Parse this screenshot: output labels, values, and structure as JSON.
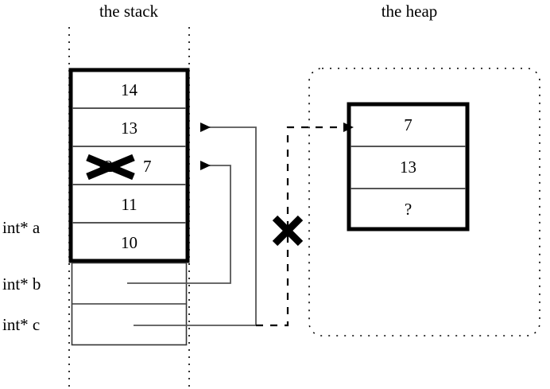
{
  "diagram": {
    "type": "memory-layout",
    "regions": [
      {
        "name": "stack",
        "title": "the stack"
      },
      {
        "name": "heap",
        "title": "the heap"
      }
    ]
  },
  "stack": {
    "title": "the stack",
    "frame_cells": [
      {
        "value": "14"
      },
      {
        "value": "13"
      },
      {
        "value": "12",
        "struck": true,
        "replacement": "7"
      },
      {
        "value": "11"
      },
      {
        "value": "10"
      }
    ],
    "pointer_cells": [
      {
        "label": "int* a",
        "value": ""
      },
      {
        "label": "int* b",
        "value": ""
      },
      {
        "label": "int* c",
        "value": ""
      }
    ],
    "labels": [
      "int* a",
      "int* b",
      "int* c"
    ],
    "struck_old_value": "12",
    "struck_new_value": "7"
  },
  "heap": {
    "title": "the heap",
    "cells": [
      {
        "value": "7"
      },
      {
        "value": "13"
      },
      {
        "value": "?"
      }
    ]
  },
  "annotations": {
    "broken_link_marker": "✕",
    "broken_link_name": "dangling-pointer-cross",
    "overwrite_marker": "✕",
    "overwrite_name": "value-overwritten-cross"
  },
  "edges": [
    {
      "from": "int* b",
      "to": "stack cell 7",
      "style": "solid",
      "arrow": true
    },
    {
      "from": "int* c",
      "to": "stack cell 13",
      "style": "solid",
      "arrow": true
    },
    {
      "from": "int* c",
      "to": "heap cell 7",
      "style": "dashed",
      "arrow": true,
      "severed": true
    }
  ],
  "colors": {
    "ink": "#000000",
    "background": "#ffffff",
    "rule": "#444444"
  }
}
